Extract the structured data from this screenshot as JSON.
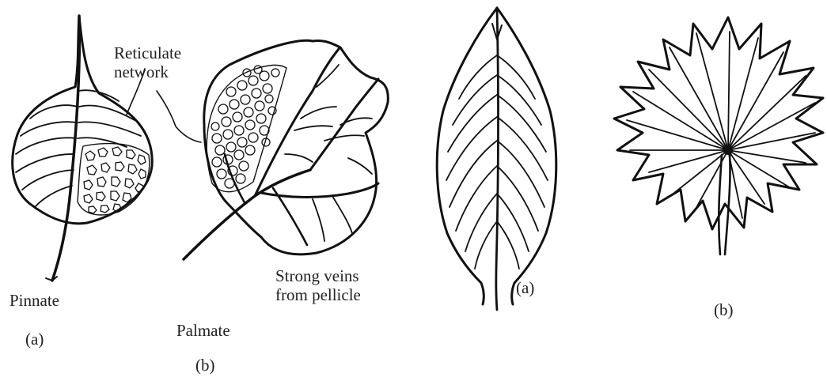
{
  "labels": {
    "reticulate_line1": "Reticulate",
    "reticulate_line2": "network",
    "pinnate": "Pinnate",
    "pinnate_tag": "(a)",
    "palmate": "Palmate",
    "palmate_tag": "(b)",
    "strong_veins_line1": "Strong veins",
    "strong_veins_line2": "from pellicle",
    "parallel_pinnate_tag": "(a)",
    "parallel_palmate_tag": "(b)"
  },
  "colors": {
    "ink": "#111111",
    "text": "#222222",
    "background": "#ffffff"
  }
}
